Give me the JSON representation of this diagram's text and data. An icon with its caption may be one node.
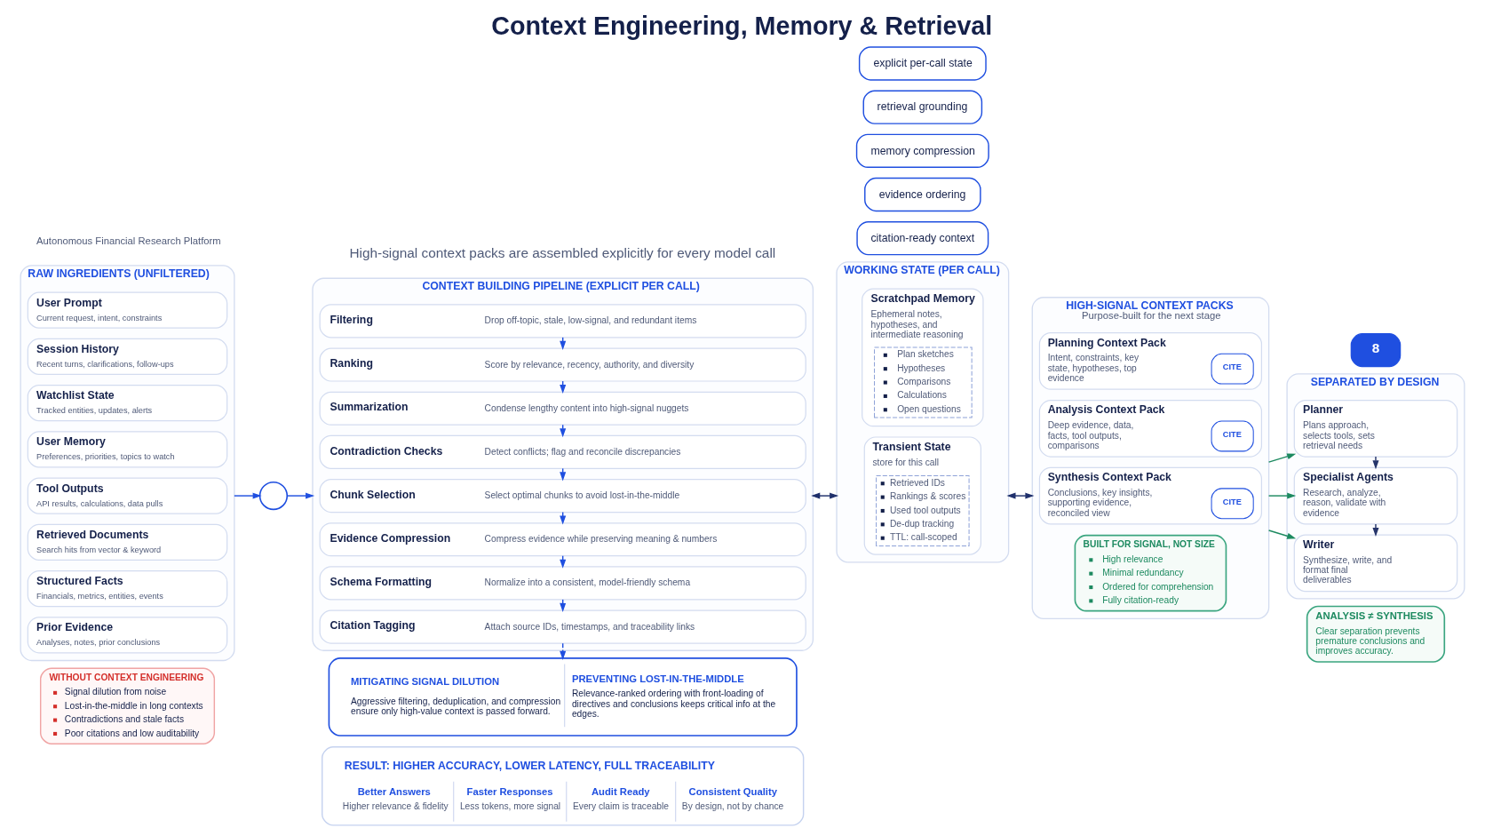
{
  "diagram": {
    "title": "Context Engineering, Memory & Retrieval",
    "nodes": [
      {
        "text": [
          "8"
        ]
      },
      {
        "text": [
          "explicit per-call state"
        ]
      },
      {
        "text": [
          "retrieval grounding"
        ]
      },
      {
        "text": [
          "memory compression"
        ]
      },
      {
        "text": [
          "evidence ordering"
        ]
      },
      {
        "text": [
          "citation-ready context"
        ]
      },
      {
        "text": [
          "RAW INGREDIENTS (UNFILTERED)"
        ]
      },
      {
        "text": [
          "User Prompt",
          "Current request, intent, constraints"
        ],
        "in": 6
      },
      {
        "text": [
          "Session History",
          "Recent turns, clarifications, follow-ups"
        ],
        "in": 6
      },
      {
        "text": [
          "Watchlist State",
          "Tracked entities, updates, alerts"
        ],
        "in": 6
      },
      {
        "text": [
          "User Memory",
          "Preferences, priorities, topics to watch"
        ],
        "in": 6
      },
      {
        "text": [
          "Tool Outputs",
          "API results, calculations, data pulls"
        ],
        "in": 6
      },
      {
        "text": [
          "Retrieved Documents",
          "Search hits from vector & keyword"
        ],
        "in": 6
      },
      {
        "text": [
          "Structured Facts",
          "Financials, metrics, entities, events"
        ],
        "in": 6
      },
      {
        "text": [
          "Prior Evidence",
          "Analyses, notes, prior conclusions"
        ],
        "in": 6
      },
      {
        "text": [
          "WITHOUT CONTEXT ENGINEERING",
          "Signal dilution from noise",
          "Lost-in-the-middle in long contexts",
          "Contradictions and stale facts",
          "Poor citations and low auditability"
        ]
      },
      {
        "text": [],
        "shape": "circle"
      },
      {
        "text": [
          "CONTEXT BUILDING PIPELINE (EXPLICIT PER CALL)"
        ]
      },
      {
        "text": [
          "Filtering",
          "Drop off-topic, stale, low-signal, and redundant items"
        ],
        "in": 17
      },
      {
        "text": [
          "Ranking",
          "Score by relevance, recency, authority, and diversity"
        ],
        "in": 17
      },
      {
        "text": [
          "Summarization",
          "Condense lengthy content into high-signal nuggets"
        ],
        "in": 17
      },
      {
        "text": [
          "Contradiction Checks",
          "Detect conflicts; flag and reconcile discrepancies"
        ],
        "in": 17
      },
      {
        "text": [
          "Chunk Selection",
          "Select optimal chunks to avoid lost-in-the-middle"
        ],
        "in": 17
      },
      {
        "text": [
          "Evidence Compression",
          "Compress evidence while preserving meaning & numbers"
        ],
        "in": 17
      },
      {
        "text": [
          "Schema Formatting",
          "Normalize into a consistent, model-friendly schema"
        ],
        "in": 17
      },
      {
        "text": [
          "Citation Tagging",
          "Attach source IDs, timestamps, and traceability links"
        ],
        "in": 17
      },
      {
        "text": [
          "WORKING STATE (PER CALL)"
        ]
      },
      {
        "text": [
          "Scratchpad Memory",
          "Ephemeral notes, hypotheses, and intermediate reasoning",
          "Plan sketches",
          "Hypotheses",
          "Comparisons",
          "Calculations",
          "Open questions"
        ],
        "in": 26
      },
      {
        "text": [
          "Transient State",
          "store for this call",
          "Retrieved IDs",
          "Rankings & scores",
          "Used tool outputs",
          "De-dup tracking",
          "TTL: call-scoped"
        ],
        "in": 26
      },
      {
        "text": [
          "HIGH-SIGNAL CONTEXT PACKS",
          "Purpose-built for the next stage"
        ]
      },
      {
        "text": [
          "Planning Context Pack",
          "Intent, constraints, key state, hypotheses, top evidence",
          "CITE"
        ],
        "in": 29
      },
      {
        "text": [
          "Analysis Context Pack",
          "Deep evidence, data, facts, tool outputs, comparisons",
          "CITE"
        ],
        "in": 29
      },
      {
        "text": [
          "Synthesis Context Pack",
          "Conclusions, key insights, supporting evidence, reconciled view",
          "CITE"
        ],
        "in": 29
      },
      {
        "text": [
          "BUILT FOR SIGNAL, NOT SIZE",
          "High relevance",
          "Minimal redundancy",
          "Ordered for comprehension",
          "Fully citation-ready"
        ],
        "in": 29
      },
      {
        "text": [
          "SEPARATED BY DESIGN"
        ]
      },
      {
        "text": [
          "Planner",
          "Plans approach, selects tools, sets retrieval needs"
        ],
        "in": 34
      },
      {
        "text": [
          "Specialist Agents",
          "Research, analyze, reason, validate with evidence"
        ],
        "in": 34
      },
      {
        "text": [
          "Writer",
          "Synthesize, write, and format final deliverables"
        ],
        "in": 34
      },
      {
        "text": [
          "ANALYSIS ≠ SYNTHESIS",
          "Clear separation prevents premature conclusions and improves accuracy."
        ]
      },
      {
        "text": [
          "MITIGATING SIGNAL DILUTION",
          "Aggressive filtering, deduplication, and compression ensure only high-value context is passed forward.",
          "PREVENTING LOST-IN-THE-MIDDLE",
          "Relevance-ranked ordering with front-loading of directives and conclusions keeps critical info at the edges."
        ]
      },
      {
        "text": [
          "RESULT: HIGHER ACCURACY, LOWER LATENCY, FULL TRACEABILITY",
          "Better Answers",
          "Higher relevance & fidelity",
          "Faster Responses",
          "Less tokens, more signal",
          "Audit Ready",
          "Every claim is traceable",
          "Consistent Quality",
          "By design, not by chance"
        ]
      }
    ],
    "edges": [
      {
        "from": 6,
        "to": 16,
        "arrow": "to"
      },
      {
        "from": 16,
        "to": 17,
        "arrow": "to"
      },
      {
        "from": 18,
        "to": 19,
        "arrow": "to"
      },
      {
        "from": 19,
        "to": 20,
        "arrow": "to"
      },
      {
        "from": 20,
        "to": 21,
        "arrow": "to"
      },
      {
        "from": 21,
        "to": 22,
        "arrow": "to"
      },
      {
        "from": 22,
        "to": 23,
        "arrow": "to"
      },
      {
        "from": 23,
        "to": 24,
        "arrow": "to"
      },
      {
        "from": 24,
        "to": 25,
        "arrow": "to"
      },
      {
        "from": 25,
        "to": 39,
        "arrow": "to",
        "style": "dashed"
      },
      {
        "from": 17,
        "to": 26,
        "arrow": "both",
        "color": "#1e2f6b"
      },
      {
        "from": 26,
        "to": 29,
        "arrow": "both",
        "color": "#1e2f6b"
      },
      {
        "from": 29,
        "to": 35,
        "arrow": "to",
        "color": "#1d8a60"
      },
      {
        "from": 29,
        "to": 36,
        "arrow": "to",
        "color": "#1d8a60"
      },
      {
        "from": 29,
        "to": 37,
        "arrow": "to",
        "color": "#1d8a60"
      },
      {
        "from": 35,
        "to": 36,
        "arrow": "to",
        "color": "#26356b"
      },
      {
        "from": 36,
        "to": 37,
        "arrow": "to",
        "color": "#26356b"
      }
    ],
    "labels": [
      "Autonomous Financial Research Platform",
      "High-signal context packs are assembled explicitly for every model call"
    ]
  }
}
